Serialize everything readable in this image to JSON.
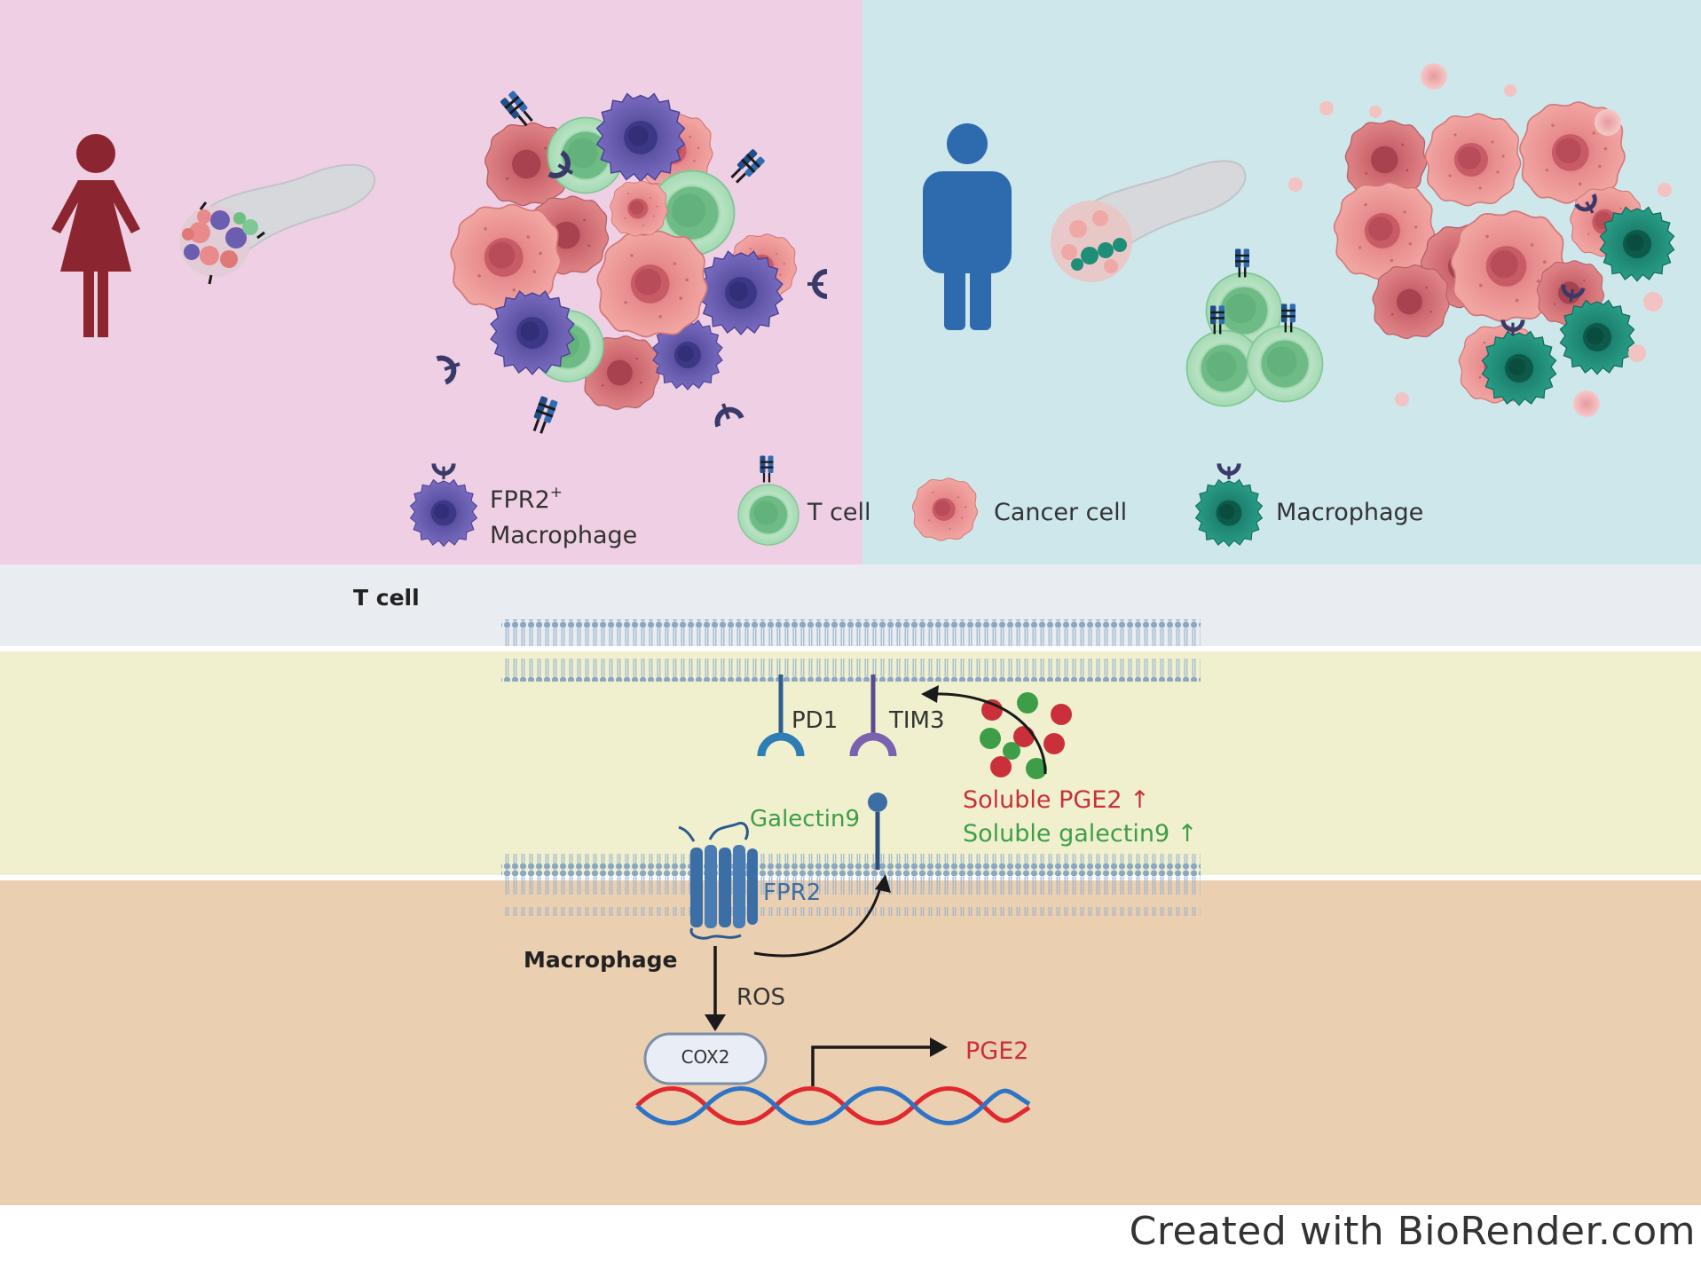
{
  "colors": {
    "female_bg": "#EFCFE3",
    "male_bg": "#CDE7EB",
    "tcell_band": "#E9ECF1",
    "extracellular_band": "#F0F0CF",
    "macrophage_band": "#EBCFB1",
    "female_figure": "#8B2630",
    "male_figure": "#2E6BAE",
    "fpr2_macrophage": "#6A5BAE",
    "tcell": "#9FD7AE",
    "cancer_cell": "#EE9A98",
    "macrophage": "#1F8E78",
    "pge2_red": "#C9303A",
    "galectin_green": "#3E9E48",
    "fpr2_blue": "#3C6EA6",
    "dna_red": "#E0282F",
    "dna_blue": "#2E74C6"
  },
  "panels": {
    "female": {
      "figure_icon": "female-figure-icon",
      "organ_icon": "pancreas-tumor-icon"
    },
    "male": {
      "figure_icon": "male-figure-icon",
      "organ_icon": "pancreas-tumor-icon"
    }
  },
  "legend": {
    "fpr2_macrophage_line1": "FPR2",
    "fpr2_macrophage_sup": "+",
    "fpr2_macrophage_line2": "Macrophage",
    "tcell": "T cell",
    "cancer_cell": "Cancer cell",
    "macrophage": "Macrophage"
  },
  "mechanism": {
    "tcell_label": "T cell",
    "macrophage_label": "Macrophage",
    "pd1": "PD1",
    "tim3": "TIM3",
    "galectin9": "Galectin9",
    "fpr2": "FPR2",
    "ros": "ROS",
    "cox2": "COX2",
    "pge2": "PGE2",
    "soluble_pge2": "Soluble PGE2 ↑",
    "soluble_galectin9": "Soluble galectin9 ↑"
  },
  "credit": "Created with BioRender.com"
}
